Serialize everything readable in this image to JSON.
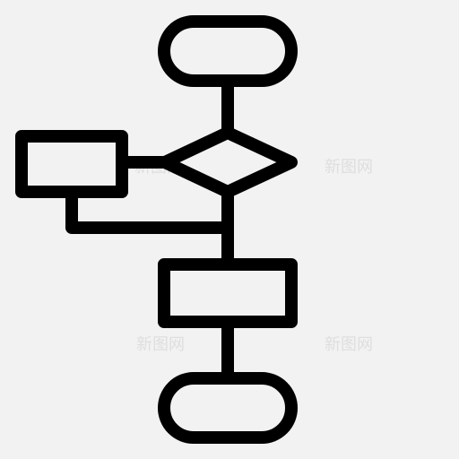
{
  "icon": {
    "name": "flowchart-icon",
    "stroke_color": "#000000",
    "background_color": "#f3f2f2"
  },
  "watermarks": [
    "新图网",
    "新图网",
    "新图网",
    "新图网"
  ]
}
